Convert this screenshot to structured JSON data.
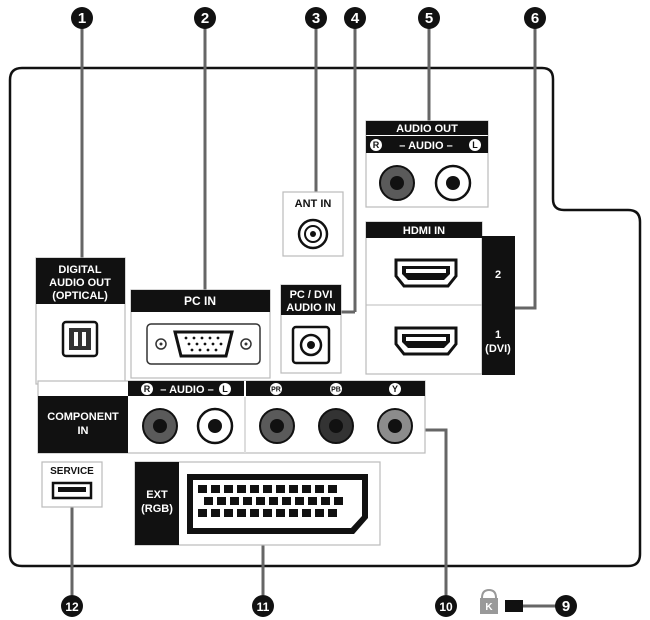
{
  "callouts": [
    "1",
    "2",
    "3",
    "4",
    "5",
    "6",
    "9",
    "10",
    "11",
    "12"
  ],
  "labels": {
    "digital_audio_out": [
      "DIGITAL",
      "AUDIO OUT",
      "(OPTICAL)"
    ],
    "pc_in": "PC IN",
    "ant_in": "ANT IN",
    "pc_dvi_audio_in": [
      "PC / DVI",
      "AUDIO IN"
    ],
    "audio_out": "AUDIO OUT",
    "audio_channels": "– AUDIO –",
    "channel_r": "R",
    "channel_l": "L",
    "hdmi_in": "HDMI IN",
    "hdmi_2": "2",
    "hdmi_1": [
      "1",
      "(DVI)"
    ],
    "component_in": [
      "COMPONENT",
      "IN"
    ],
    "component_pr": "PR",
    "component_pb": "PB",
    "component_y": "Y",
    "service": "SERVICE",
    "ext_rgb": [
      "EXT",
      "(RGB)"
    ],
    "kensington_k": "K"
  }
}
